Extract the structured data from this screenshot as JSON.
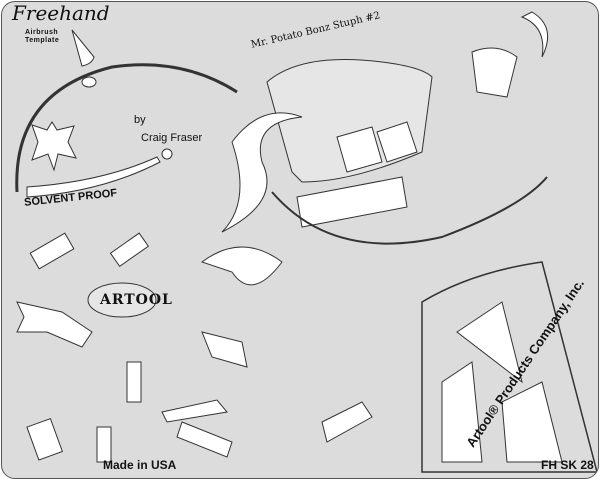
{
  "logo": {
    "brand": "Freehand",
    "subtitle": "Airbrush Template"
  },
  "credit": {
    "by": "by",
    "artist": "Craig Fraser"
  },
  "labels": {
    "solvent": "SOLVENT PROOF",
    "title": "Mr. Potato Bonz Stuph #2",
    "made_in": "Made in USA",
    "company": "Artool® Products Company, Inc.",
    "sku": "FH SK 28",
    "artool_logo": "ARTOOL"
  },
  "colors": {
    "plate": "#dcdcdc",
    "cutout": "#ffffff",
    "outline": "#333333"
  }
}
